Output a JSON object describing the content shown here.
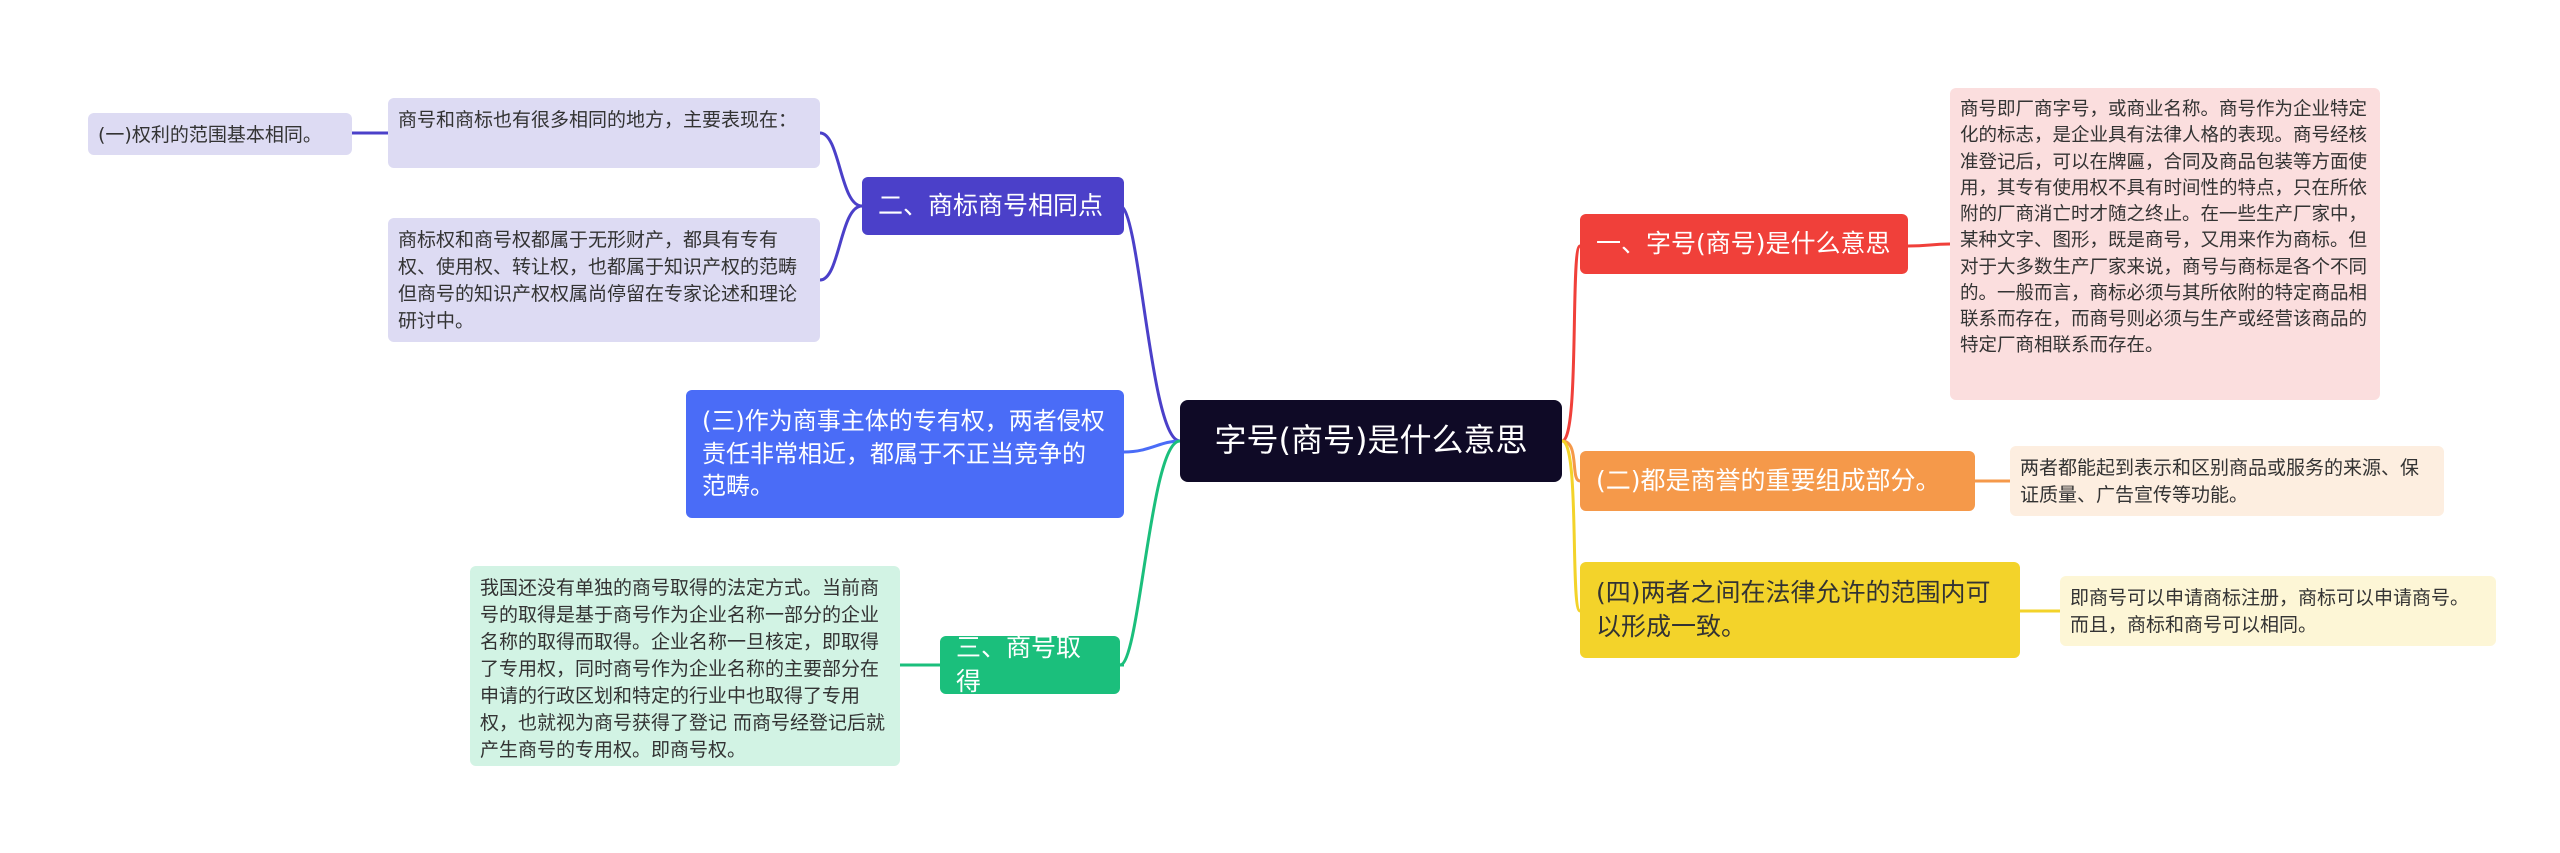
{
  "colors": {
    "root": "#0f0a26",
    "purple": "#4b40c9",
    "purple_leaf": "#dddbf3",
    "blue": "#4a6cf7",
    "green": "#1bbf7c",
    "green_leaf": "#d2f3e4",
    "red": "#f0403a",
    "red_leaf": "#fbdede",
    "orange": "#f5994a",
    "orange_leaf": "#fdeee0",
    "yellow": "#f3d32a",
    "yellow_leaf": "#fdf6d6"
  },
  "mindmap": {
    "root": "字号(商号)是什么意思",
    "left": [
      {
        "label": "二、商标商号相同点",
        "children": [
          {
            "label": "商号和商标也有很多相同的地方，主要表现在：",
            "children": [
              {
                "label": "(一)权利的范围基本相同。"
              }
            ]
          },
          {
            "label": "商标权和商号权都属于无形财产，都具有专有权、使用权、转让权，也都属于知识产权的范畴 但商号的知识产权权属尚停留在专家论述和理论研讨中。"
          }
        ]
      },
      {
        "label": "(三)作为商事主体的专有权，两者侵权责任非常相近，都属于不正当竞争的范畴。"
      },
      {
        "label": "三、商号取得",
        "children": [
          {
            "label": "我国还没有单独的商号取得的法定方式。当前商号的取得是基于商号作为企业名称一部分的企业名称的取得而取得。企业名称一旦核定，即取得了专用权，同时商号作为企业名称的主要部分在申请的行政区划和特定的行业中也取得了专用权，也就视为商号获得了登记 而商号经登记后就产生商号的专用权。即商号权。"
          }
        ]
      }
    ],
    "right": [
      {
        "label": "一、字号(商号)是什么意思",
        "children": [
          {
            "label": "商号即厂商字号，或商业名称。商号作为企业特定化的标志，是企业具有法律人格的表现。商号经核准登记后，可以在牌匾，合同及商品包装等方面使用，其专有使用权不具有时间性的特点，只在所依附的厂商消亡时才随之终止。在一些生产厂家中，某种文字、图形，既是商号，又用来作为商标。但对于大多数生产厂家来说，商号与商标是各个不同的。一般而言，商标必须与其所依附的特定商品相联系而存在，而商号则必须与生产或经营该商品的特定厂商相联系而存在。"
          }
        ]
      },
      {
        "label": "(二)都是商誉的重要组成部分。",
        "children": [
          {
            "label": "两者都能起到表示和区别商品或服务的来源、保证质量、广告宣传等功能。"
          }
        ]
      },
      {
        "label": "(四)两者之间在法律允许的范围内可以形成一致。",
        "children": [
          {
            "label": "即商号可以申请商标注册，商标可以申请商号。而且，商标和商号可以相同。"
          }
        ]
      }
    ]
  }
}
